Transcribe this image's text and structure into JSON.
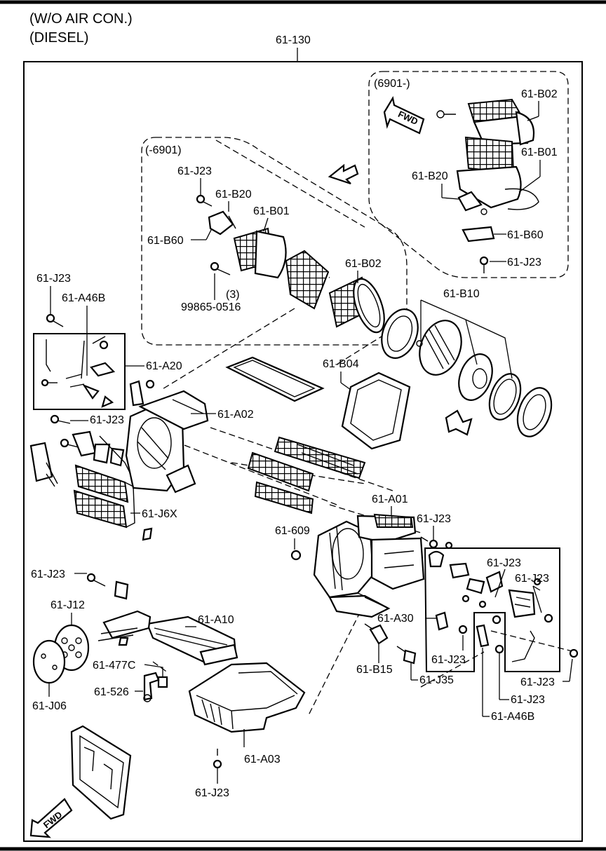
{
  "header": {
    "line1": "(W/O AIR CON.)",
    "line2": "(DIESEL)"
  },
  "assembly_label": "61-130",
  "groups": {
    "left_dashed": "(-6901)",
    "right_dashed": "(6901-)"
  },
  "fwd_label": "FWD",
  "labels": {
    "b02_right": "61-B02",
    "b01_right": "61-B01",
    "b20_right": "61-B20",
    "b60_right": "61-B60",
    "j23_right": "61-J23",
    "j23_left_top": "61-J23",
    "b20_left": "61-B20",
    "b01_left": "61-B01",
    "b60_left": "61-B60",
    "b02_left": "61-B02",
    "bolt_qty": "(3)",
    "bolt_part": "99865-0516",
    "j23_a46b": "61-J23",
    "a46b_top": "61-A46B",
    "b10": "61-B10",
    "a20": "61-A20",
    "b04": "61-B04",
    "a02": "61-A02",
    "j23_mid_left": "61-J23",
    "j6x": "61-J6X",
    "a01": "61-A01",
    "j23_a01": "61-J23",
    "p609": "61-609",
    "j23_right_box_1": "61-J23",
    "j23_right_box_2": "61-J23",
    "j23_low_left": "61-J23",
    "j12": "61-J12",
    "a10": "61-A10",
    "a30": "61-A30",
    "j23_box_low": "61-J23",
    "j23_far_right": "61-J23",
    "j23_bottom_mid": "61-J23",
    "a46b_bottom": "61-A46B",
    "p477c": "61-477C",
    "p526": "61-526",
    "b15": "61-B15",
    "j35": "61-J35",
    "j06": "61-J06",
    "a03": "61-A03",
    "j23_bottom": "61-J23"
  }
}
